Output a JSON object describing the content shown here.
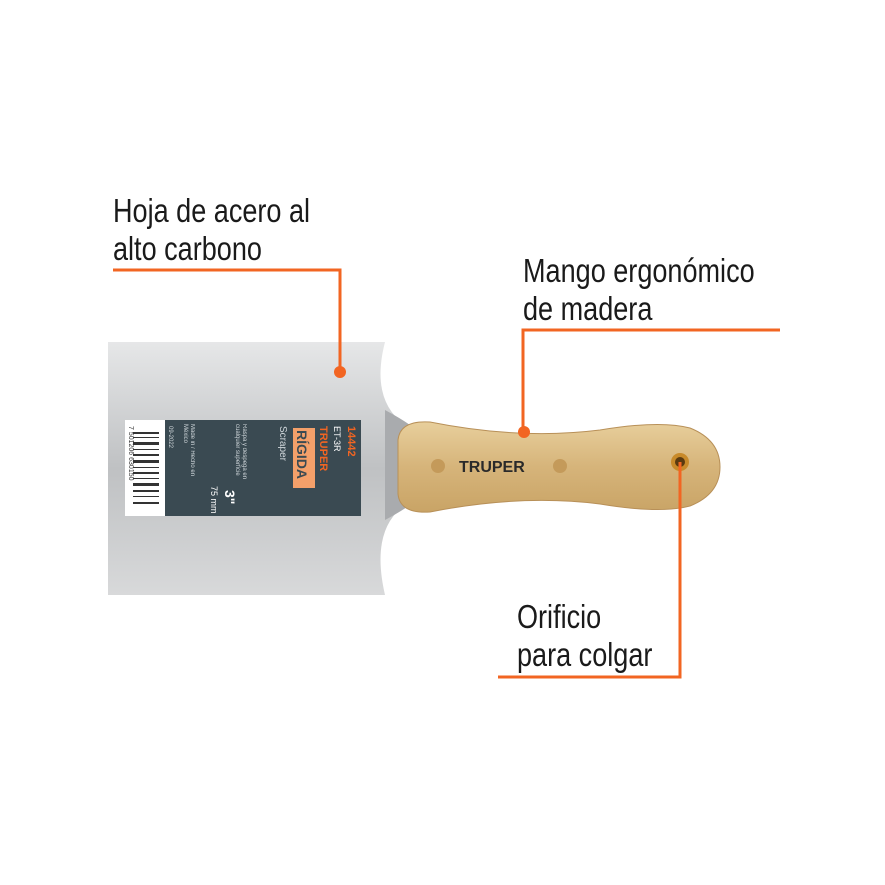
{
  "callouts": {
    "blade": {
      "line1": "Hoja de acero al",
      "line2": "alto carbono"
    },
    "handle": {
      "line1": "Mango ergonómico",
      "line2": "de madera"
    },
    "hole": {
      "line1": "Orificio",
      "line2": "para colgar"
    }
  },
  "product": {
    "brand": "TRUPER",
    "code": "14442",
    "model": "ET-3R",
    "type": "RÍGIDA",
    "type_en": "Scraper",
    "description": "Raspa y despega en cualquier superficie",
    "origin": "Made in / Hecho en México",
    "date": "09-2022",
    "size": "3\"",
    "size_mm": "75 mm",
    "barcode": "7 501206 630150"
  },
  "colors": {
    "accent": "#f26522",
    "label_bg": "#3a4a52",
    "wood": "#dcc08a",
    "steel": "#c9cacc"
  }
}
